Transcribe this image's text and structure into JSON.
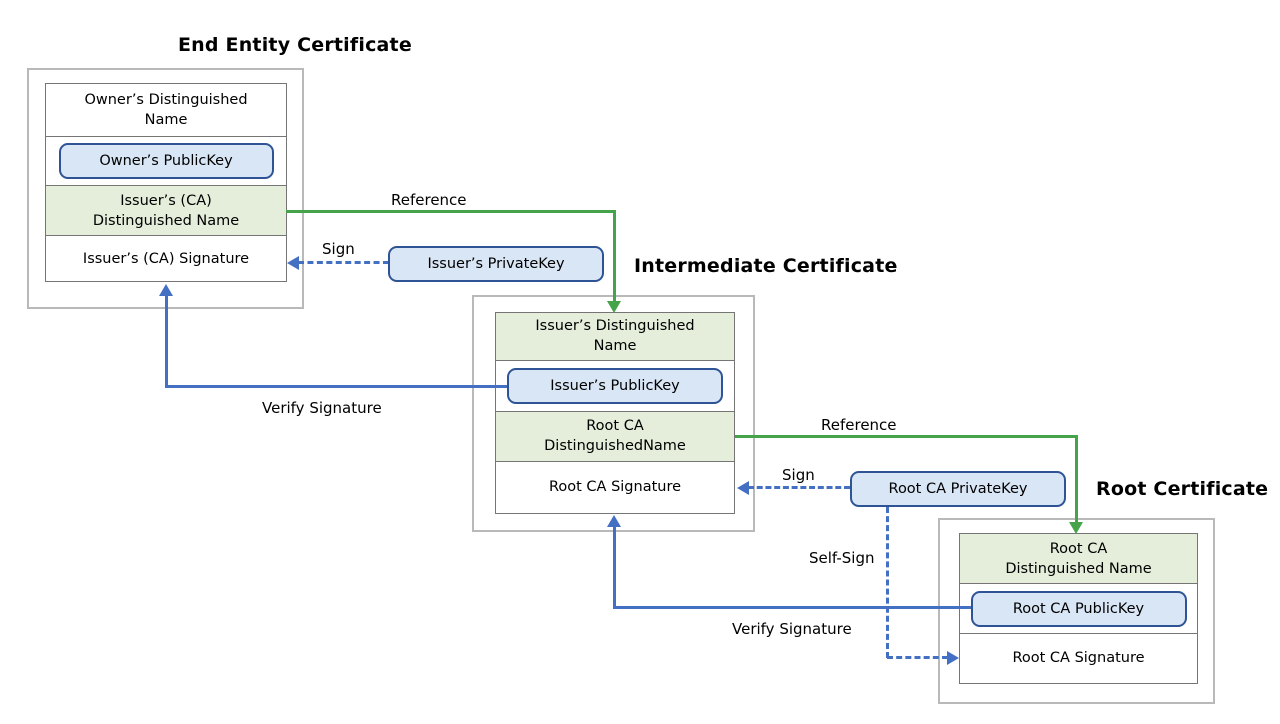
{
  "certificates": {
    "end_entity": {
      "title": "End Entity Certificate",
      "rows": {
        "owner_dn": "Owner’s Distinguished\nName",
        "owner_public_key": "Owner’s PublicKey",
        "issuer_dn": "Issuer’s (CA)\nDistinguished Name",
        "issuer_signature": "Issuer’s (CA) Signature"
      }
    },
    "intermediate": {
      "title": "Intermediate Certificate",
      "rows": {
        "issuer_dn": "Issuer’s Distinguished\nName",
        "issuer_public_key": "Issuer’s PublicKey",
        "root_dn": "Root CA\nDistinguishedName",
        "root_signature": "Root CA Signature"
      }
    },
    "root": {
      "title": "Root Certificate",
      "rows": {
        "root_dn": "Root CA\nDistinguished Name",
        "root_public_key": "Root CA PublicKey",
        "root_signature": "Root CA Signature"
      }
    }
  },
  "keys": {
    "issuer_private_key": "Issuer’s PrivateKey",
    "root_private_key": "Root CA PrivateKey"
  },
  "arrows": {
    "reference_end_to_intermediate": "Reference",
    "sign_end_entity": "Sign",
    "verify_end_entity": "Verify Signature",
    "reference_intermediate_to_root": "Reference",
    "sign_intermediate": "Sign",
    "self_sign": "Self-Sign",
    "verify_intermediate": "Verify Signature"
  },
  "colors": {
    "reference_arrow_green": "#45a349",
    "action_arrow_blue": "#4470c4",
    "key_box_fill": "#d9e6f5",
    "key_box_border": "#2f5496",
    "distinguished_name_fill": "#e4eedb",
    "outer_box_border": "#b9b9b9",
    "inner_box_border": "#757575"
  }
}
